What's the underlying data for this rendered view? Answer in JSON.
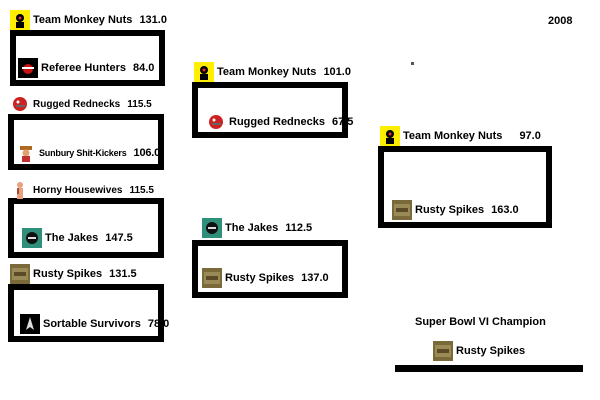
{
  "year": "2008",
  "round1": [
    {
      "team": "Team Monkey Nuts",
      "score": "131.0",
      "icon": "monkey-icon"
    },
    {
      "team": "Referee Hunters",
      "score": "84.0",
      "icon": "referee-icon"
    },
    {
      "team": "Rugged Rednecks",
      "score": "115.5",
      "icon": "helmet-icon"
    },
    {
      "team": "Sunbury Shit-Kickers",
      "score": "106.0",
      "icon": "cowboy-icon"
    },
    {
      "team": "Horny Housewives",
      "score": "115.5",
      "icon": "housewife-icon"
    },
    {
      "team": "The Jakes",
      "score": "147.5",
      "icon": "jakes-icon"
    },
    {
      "team": "Rusty Spikes",
      "score": "131.5",
      "icon": "rusty-icon"
    },
    {
      "team": "Sortable Survivors",
      "score": "78.0",
      "icon": "survivor-icon"
    }
  ],
  "round2": [
    {
      "team": "Team Monkey Nuts",
      "score": "101.0",
      "icon": "monkey-icon"
    },
    {
      "team": "Rugged Rednecks",
      "score": "67.5",
      "icon": "helmet-icon"
    },
    {
      "team": "The Jakes",
      "score": "112.5",
      "icon": "jakes-icon"
    },
    {
      "team": "Rusty Spikes",
      "score": "137.0",
      "icon": "rusty-icon"
    }
  ],
  "final": [
    {
      "team": "Team Monkey Nuts",
      "score": "97.0",
      "icon": "monkey-icon"
    },
    {
      "team": "Rusty Spikes",
      "score": "163.0",
      "icon": "rusty-icon"
    }
  ],
  "champion": {
    "title": "Super Bowl VI Champion",
    "team": "Rusty Spikes",
    "icon": "rusty-icon"
  },
  "colors": {
    "bracket": "#000000",
    "monkey_bg": "#ffee00",
    "referee": "#cc1111",
    "helmet": "#cc2222",
    "jakes": "#2f8f7a",
    "rusty": "#7a6a3a"
  }
}
